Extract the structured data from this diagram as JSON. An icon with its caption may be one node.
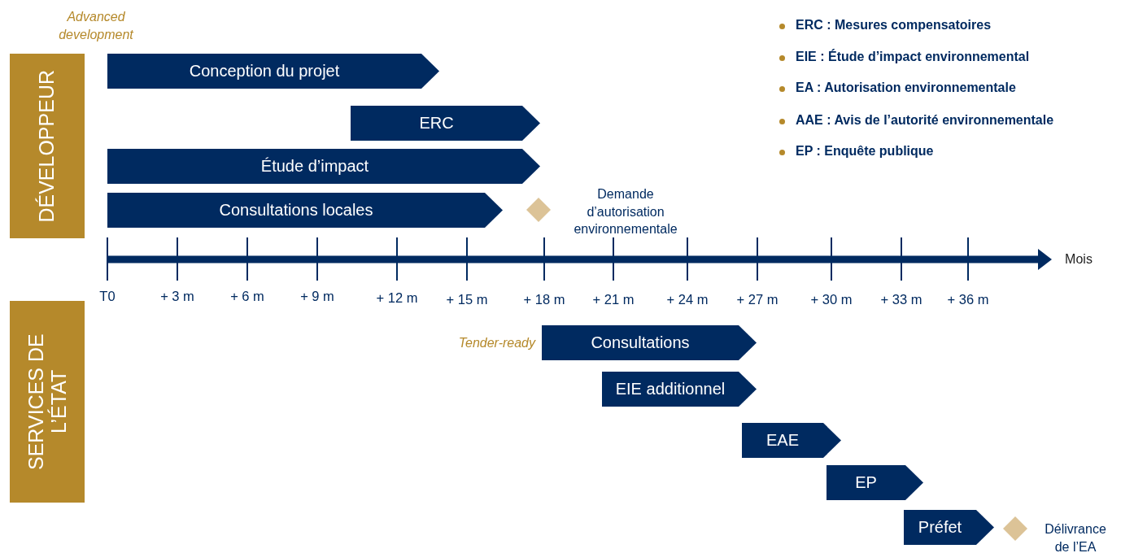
{
  "diagram": {
    "nodes": [
      {
        "text": [
          "DÉVELOPPEUR"
        ]
      },
      {
        "text": [
          "Conception du projet"
        ]
      },
      {
        "text": [
          "ERC"
        ]
      },
      {
        "text": [
          "Étude d’impact"
        ]
      },
      {
        "text": [
          "Consultations locales"
        ]
      },
      {
        "text": [],
        "shape": "diamond",
        "beside": [
          "Demande d’autorisation environnementale"
        ]
      },
      {
        "text": [
          "SERVICES DE L’ÉTAT"
        ]
      },
      {
        "text": [
          "Consultations"
        ]
      },
      {
        "text": [
          "EIE additionnel"
        ]
      },
      {
        "text": [
          "EAE"
        ]
      },
      {
        "text": [
          "EP"
        ]
      },
      {
        "text": [
          "Préfet"
        ]
      },
      {
        "text": [],
        "shape": "diamond",
        "beside": [
          "Délivrance de l’EA"
        ]
      }
    ],
    "labels": [
      "Advanced development",
      "ERC : Mesures compensatoires",
      "EIE : Étude d’impact environnemental",
      "EA : Autorisation environnementale",
      "AAE : Avis de l’autorité environnementale",
      "EP : Enquête publique",
      "Mois",
      "T0",
      "+ 3 m",
      "+ 6 m",
      "+ 9 m",
      "+ 12 m",
      "+ 15 m",
      "+ 18 m",
      "+ 21 m",
      "+ 24 m",
      "+ 27 m",
      "+ 30 m",
      "+ 33 m",
      "+ 36 m",
      "Tender-ready"
    ]
  }
}
